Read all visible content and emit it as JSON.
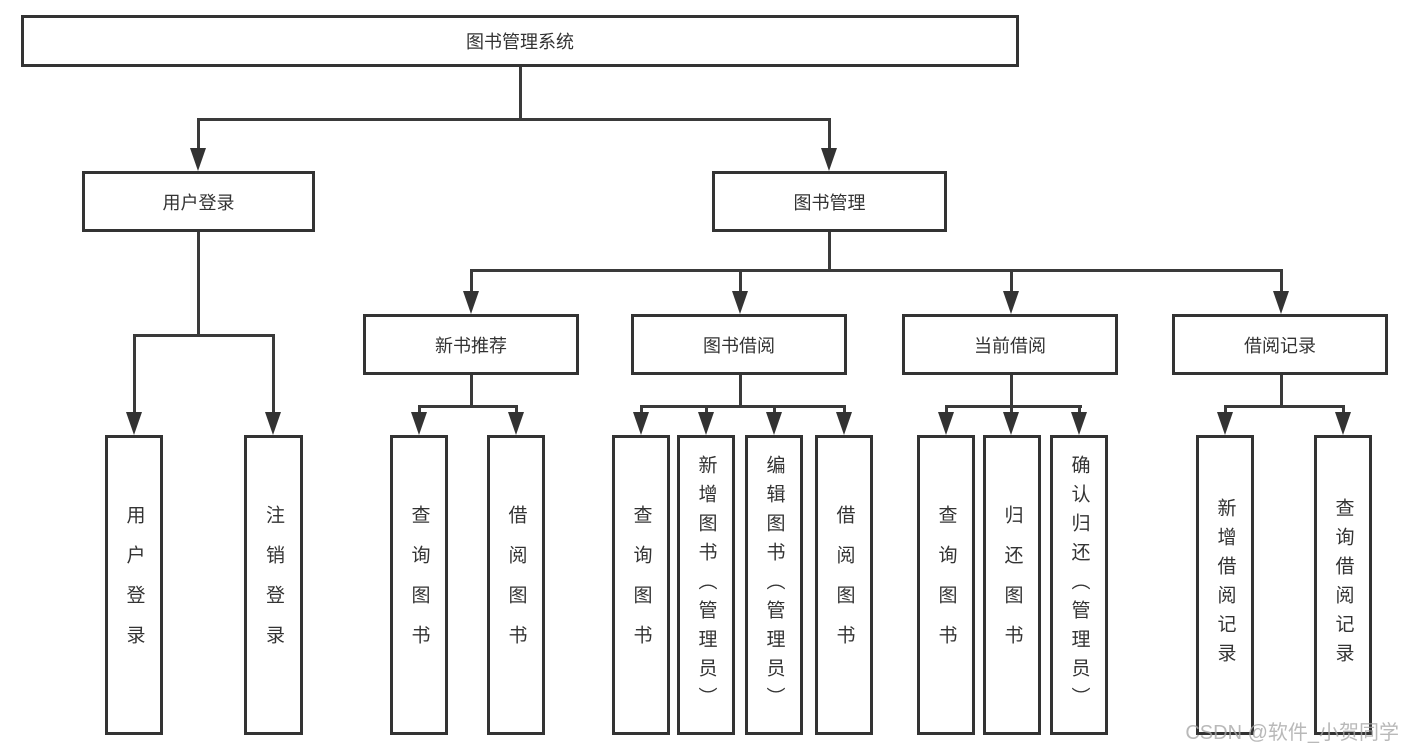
{
  "diagram_title": "图书管理系统",
  "tree": {
    "label": "图书管理系统",
    "children": [
      {
        "label": "用户登录",
        "children": [
          {
            "label": "用户登录"
          },
          {
            "label": "注销登录"
          }
        ]
      },
      {
        "label": "图书管理",
        "children": [
          {
            "label": "新书推荐",
            "children": [
              {
                "label": "查询图书"
              },
              {
                "label": "借阅图书"
              }
            ]
          },
          {
            "label": "图书借阅",
            "children": [
              {
                "label": "查询图书"
              },
              {
                "label": "新增图书（管理员）"
              },
              {
                "label": "编辑图书（管理员）"
              },
              {
                "label": "借阅图书"
              }
            ]
          },
          {
            "label": "当前借阅",
            "children": [
              {
                "label": "查询图书"
              },
              {
                "label": "归还图书"
              },
              {
                "label": "确认归还（管理员）"
              }
            ]
          },
          {
            "label": "借阅记录",
            "children": [
              {
                "label": "新增借阅记录"
              },
              {
                "label": "查询借阅记录"
              }
            ]
          }
        ]
      }
    ]
  },
  "watermark": {
    "text": "CSDN @软件_小贺同学"
  },
  "colors": {
    "line": "#3a3a3a",
    "box_border": "#333333",
    "box_fill": "#ffffff",
    "text": "#333333",
    "watermark": "#a8a8a8"
  }
}
